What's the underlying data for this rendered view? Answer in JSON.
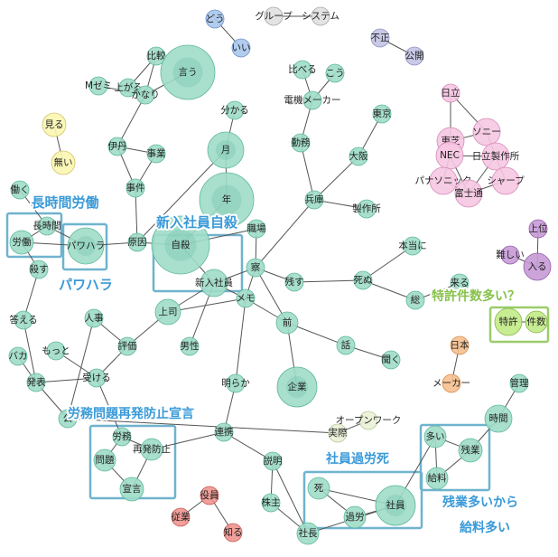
{
  "colors": {
    "teal": "#9fdcc8",
    "teal_stroke": "#5fb89f",
    "pink": "#f6c6e2",
    "pink_stroke": "#d68ab8",
    "lavender": "#c4c4e6",
    "lavender_stroke": "#9090c4",
    "purple": "#c79ad6",
    "purple_stroke": "#935fa9",
    "yellow": "#fbf6b0",
    "yellow_stroke": "#cfc56c",
    "blue": "#a9c6ec",
    "blue_stroke": "#6e92c8",
    "orange": "#f7c090",
    "orange_stroke": "#d58d4e",
    "red": "#f0958f",
    "red_stroke": "#c55a54",
    "green": "#c2ea86",
    "green_stroke": "#84b646",
    "grey": "#e0e0e0",
    "grey_stroke": "#a8a8a8",
    "cream": "#eaf2d6",
    "cream_stroke": "#b8c79c",
    "edge": "#555555",
    "box": "#6fb3ce",
    "box_green": "#9acd6a",
    "label_blue": "#3a9ad8",
    "label_green": "#86c24a"
  },
  "nodes": [
    {
      "id": "dou",
      "label": "どう",
      "color": "blue",
      "size": 1
    },
    {
      "id": "ii",
      "label": "いい",
      "color": "blue",
      "size": 1
    },
    {
      "id": "group",
      "label": "グループ",
      "color": "grey",
      "size": 1
    },
    {
      "id": "system",
      "label": "システム",
      "color": "grey",
      "size": 1
    },
    {
      "id": "fusei",
      "label": "不正",
      "color": "lavender",
      "size": 1
    },
    {
      "id": "koukai",
      "label": "公開",
      "color": "lavender",
      "size": 1
    },
    {
      "id": "hikaku",
      "label": "比較",
      "color": "teal",
      "size": 1
    },
    {
      "id": "agaru",
      "label": "上がる",
      "color": "teal",
      "size": 1
    },
    {
      "id": "iu",
      "label": "言う",
      "color": "teal",
      "size": 3
    },
    {
      "id": "mzemi",
      "label": "Mゼミ",
      "color": "teal",
      "size": 1
    },
    {
      "id": "kanari",
      "label": "かなり",
      "color": "teal",
      "size": 1
    },
    {
      "id": "miru",
      "label": "見る",
      "color": "yellow",
      "size": 1.3
    },
    {
      "id": "nai",
      "label": "無い",
      "color": "yellow",
      "size": 1.3
    },
    {
      "id": "kuraberu",
      "label": "比べる",
      "color": "teal",
      "size": 1
    },
    {
      "id": "kou",
      "label": "こう",
      "color": "teal",
      "size": 1
    },
    {
      "id": "denki",
      "label": "電機メーカー",
      "color": "teal",
      "size": 1
    },
    {
      "id": "hitachi",
      "label": "日立",
      "color": "pink",
      "size": 1
    },
    {
      "id": "wakaru",
      "label": "分かる",
      "color": "teal",
      "size": 1
    },
    {
      "id": "tokyo",
      "label": "東京",
      "color": "teal",
      "size": 1
    },
    {
      "id": "kinmu",
      "label": "勤務",
      "color": "teal",
      "size": 1
    },
    {
      "id": "tsuki",
      "label": "月",
      "color": "teal",
      "size": 2
    },
    {
      "id": "iden",
      "label": "伊丹",
      "color": "teal",
      "size": 1
    },
    {
      "id": "jigyou",
      "label": "事業",
      "color": "teal",
      "size": 1
    },
    {
      "id": "toshiba",
      "label": "東芝",
      "color": "pink",
      "size": 1.5
    },
    {
      "id": "sony",
      "label": "ソニー",
      "color": "pink",
      "size": 1.5
    },
    {
      "id": "nec",
      "label": "NEC",
      "color": "pink",
      "size": 1.5
    },
    {
      "id": "hitachiseisakusho",
      "label": "日立製作所",
      "color": "pink",
      "size": 1.5
    },
    {
      "id": "osaka",
      "label": "大阪",
      "color": "teal",
      "size": 1
    },
    {
      "id": "panasonic",
      "label": "パナソニック",
      "color": "pink",
      "size": 1.5
    },
    {
      "id": "sharp",
      "label": "シャープ",
      "color": "pink",
      "size": 1.5
    },
    {
      "id": "fujitsu",
      "label": "富士通",
      "color": "pink",
      "size": 1.5
    },
    {
      "id": "hataraku",
      "label": "働く",
      "color": "teal",
      "size": 1
    },
    {
      "id": "jiken",
      "label": "事件",
      "color": "teal",
      "size": 1
    },
    {
      "id": "toshi",
      "label": "年",
      "color": "teal",
      "size": 3
    },
    {
      "id": "hyogo",
      "label": "兵庫",
      "color": "teal",
      "size": 1
    },
    {
      "id": "seisakusho",
      "label": "製作所",
      "color": "teal",
      "size": 1
    },
    {
      "id": "choujikan",
      "label": "長時間",
      "color": "teal",
      "size": 1
    },
    {
      "id": "roudou",
      "label": "労働",
      "color": "teal",
      "size": 1.3
    },
    {
      "id": "pawahara",
      "label": "パワハラ",
      "color": "teal",
      "size": 2
    },
    {
      "id": "genin",
      "label": "原因",
      "color": "teal",
      "size": 1
    },
    {
      "id": "jisatsu",
      "label": "自殺",
      "color": "teal",
      "size": 3.2
    },
    {
      "id": "shokuba",
      "label": "職場",
      "color": "teal",
      "size": 1
    },
    {
      "id": "jouni",
      "label": "上位",
      "color": "purple",
      "size": 1
    },
    {
      "id": "hontou",
      "label": "本当に",
      "color": "teal",
      "size": 1
    },
    {
      "id": "muzukashii",
      "label": "難しい",
      "color": "purple",
      "size": 1
    },
    {
      "id": "hairu",
      "label": "入る",
      "color": "purple",
      "size": 1.5
    },
    {
      "id": "korosu",
      "label": "殺す",
      "color": "teal",
      "size": 1
    },
    {
      "id": "sasshi",
      "label": "察",
      "color": "teal",
      "size": 1
    },
    {
      "id": "shinnyu",
      "label": "新入社員",
      "color": "teal",
      "size": 1.5
    },
    {
      "id": "nokosu",
      "label": "残す",
      "color": "teal",
      "size": 1
    },
    {
      "id": "shinu",
      "label": "死ぬ",
      "color": "teal",
      "size": 1
    },
    {
      "id": "kuru",
      "label": "来る",
      "color": "teal",
      "size": 1
    },
    {
      "id": "memo",
      "label": "メモ",
      "color": "teal",
      "size": 1
    },
    {
      "id": "sou",
      "label": "総",
      "color": "teal",
      "size": 1
    },
    {
      "id": "tokkyo",
      "label": "特許",
      "color": "green",
      "size": 1.5
    },
    {
      "id": "kensu",
      "label": "件数",
      "color": "green",
      "size": 1.2
    },
    {
      "id": "kotaeru",
      "label": "答える",
      "color": "teal",
      "size": 1
    },
    {
      "id": "joushi",
      "label": "上司",
      "color": "teal",
      "size": 1.4
    },
    {
      "id": "mae",
      "label": "前",
      "color": "teal",
      "size": 1.2
    },
    {
      "id": "jinji",
      "label": "人事",
      "color": "teal",
      "size": 1
    },
    {
      "id": "baka",
      "label": "バカ",
      "color": "teal",
      "size": 1
    },
    {
      "id": "motto",
      "label": "もっと",
      "color": "teal",
      "size": 1
    },
    {
      "id": "hyouka",
      "label": "評価",
      "color": "teal",
      "size": 1
    },
    {
      "id": "dansei",
      "label": "男性",
      "color": "teal",
      "size": 1
    },
    {
      "id": "hanashi",
      "label": "話",
      "color": "teal",
      "size": 1
    },
    {
      "id": "nihon",
      "label": "日本",
      "color": "orange",
      "size": 1
    },
    {
      "id": "kiku",
      "label": "聞く",
      "color": "teal",
      "size": 1
    },
    {
      "id": "happyou",
      "label": "発表",
      "color": "teal",
      "size": 1
    },
    {
      "id": "ukeru",
      "label": "受ける",
      "color": "teal",
      "size": 1
    },
    {
      "id": "kigyou",
      "label": "企業",
      "color": "teal",
      "size": 2.2
    },
    {
      "id": "maker",
      "label": "メーカー",
      "color": "orange",
      "size": 1
    },
    {
      "id": "kanri",
      "label": "管理",
      "color": "teal",
      "size": 1
    },
    {
      "id": "akiraka",
      "label": "明らか",
      "color": "teal",
      "size": 1
    },
    {
      "id": "jikan",
      "label": "時間",
      "color": "teal",
      "size": 1.5
    },
    {
      "id": "kou2",
      "label": "公",
      "color": "teal",
      "size": 1
    },
    {
      "id": "openwork",
      "label": "オープンワーク",
      "color": "cream",
      "size": 1
    },
    {
      "id": "jissai",
      "label": "実際",
      "color": "cream",
      "size": 1
    },
    {
      "id": "roumu",
      "label": "労務",
      "color": "teal",
      "size": 1
    },
    {
      "id": "renkei",
      "label": "連携",
      "color": "teal",
      "size": 1
    },
    {
      "id": "ooi",
      "label": "多い",
      "color": "teal",
      "size": 1.2
    },
    {
      "id": "saihatsu",
      "label": "再発防止",
      "color": "teal",
      "size": 1.2
    },
    {
      "id": "mondai",
      "label": "問題",
      "color": "teal",
      "size": 1.2
    },
    {
      "id": "zangyou",
      "label": "残業",
      "color": "teal",
      "size": 1.3
    },
    {
      "id": "setsumei",
      "label": "説明",
      "color": "teal",
      "size": 1
    },
    {
      "id": "kyuryou",
      "label": "給料",
      "color": "teal",
      "size": 1.2
    },
    {
      "id": "yakuin",
      "label": "役員",
      "color": "red",
      "size": 1
    },
    {
      "id": "shi",
      "label": "死",
      "color": "teal",
      "size": 1.2
    },
    {
      "id": "shain",
      "label": "社員",
      "color": "teal",
      "size": 2.2
    },
    {
      "id": "sengen",
      "label": "宣言",
      "color": "teal",
      "size": 1.3
    },
    {
      "id": "juugyouin",
      "label": "従業",
      "color": "red",
      "size": 1
    },
    {
      "id": "kabunushi",
      "label": "株主",
      "color": "teal",
      "size": 1
    },
    {
      "id": "karou",
      "label": "過労",
      "color": "teal",
      "size": 1.2
    },
    {
      "id": "shiru",
      "label": "知る",
      "color": "red",
      "size": 1
    },
    {
      "id": "shachou",
      "label": "社長",
      "color": "teal",
      "size": 1.2
    }
  ],
  "edges": [
    [
      "dou",
      "ii"
    ],
    [
      "group",
      "system"
    ],
    [
      "fusei",
      "koukai"
    ],
    [
      "agaru",
      "hikaku"
    ],
    [
      "hikaku",
      "kanari"
    ],
    [
      "mzemi",
      "kanari"
    ],
    [
      "agaru",
      "kanari"
    ],
    [
      "kanari",
      "iu"
    ],
    [
      "miru",
      "nai"
    ],
    [
      "kuraberu",
      "denki"
    ],
    [
      "kou",
      "denki"
    ],
    [
      "denki",
      "kinmu"
    ],
    [
      "wakaru",
      "tsuki"
    ],
    [
      "tsuki",
      "toshi"
    ],
    [
      "kinmu",
      "hyogo"
    ],
    [
      "tokyo",
      "osaka"
    ],
    [
      "osaka",
      "hyogo"
    ],
    [
      "hyogo",
      "seisakusho"
    ],
    [
      "hitachi",
      "toshiba"
    ],
    [
      "hitachi",
      "sony"
    ],
    [
      "toshiba",
      "sony"
    ],
    [
      "toshiba",
      "nec"
    ],
    [
      "nec",
      "hitachiseisakusho"
    ],
    [
      "sony",
      "hitachiseisakusho"
    ],
    [
      "nec",
      "panasonic"
    ],
    [
      "hitachiseisakusho",
      "sharp"
    ],
    [
      "panasonic",
      "fujitsu"
    ],
    [
      "sharp",
      "fujitsu"
    ],
    [
      "hitachiseisakusho",
      "fujitsu"
    ],
    [
      "nec",
      "fujitsu"
    ],
    [
      "iden",
      "jigyou"
    ],
    [
      "iden",
      "jiken"
    ],
    [
      "jigyou",
      "jiken"
    ],
    [
      "jiken",
      "genin"
    ],
    [
      "kanari",
      "iden"
    ],
    [
      "hataraku",
      "choujikan"
    ],
    [
      "choujikan",
      "roudou"
    ],
    [
      "roudou",
      "pawahara"
    ],
    [
      "choujikan",
      "pawahara"
    ],
    [
      "pawahara",
      "genin"
    ],
    [
      "genin",
      "jisatsu"
    ],
    [
      "roudou",
      "korosu"
    ],
    [
      "korosu",
      "kotaeru"
    ],
    [
      "jisatsu",
      "toshi"
    ],
    [
      "jisatsu",
      "shinnyu"
    ],
    [
      "jisatsu",
      "shokuba"
    ],
    [
      "shokuba",
      "sasshi"
    ],
    [
      "sasshi",
      "shinnyu"
    ],
    [
      "sasshi",
      "nokosu"
    ],
    [
      "sasshi",
      "memo"
    ],
    [
      "sasshi",
      "mae"
    ],
    [
      "nokosu",
      "shinu"
    ],
    [
      "shinu",
      "hontou"
    ],
    [
      "shinu",
      "sou"
    ],
    [
      "kuru",
      "sou"
    ],
    [
      "memo",
      "joushi"
    ],
    [
      "memo",
      "shinnyu"
    ],
    [
      "shinnyu",
      "dansei"
    ],
    [
      "joushi",
      "shinnyu"
    ],
    [
      "memo",
      "mae"
    ],
    [
      "mae",
      "hanashi"
    ],
    [
      "hanashi",
      "kiku"
    ],
    [
      "mae",
      "kigyou"
    ],
    [
      "jinji",
      "hyouka"
    ],
    [
      "hyouka",
      "joushi"
    ],
    [
      "hyouka",
      "ukeru"
    ],
    [
      "motto",
      "ukeru"
    ],
    [
      "baka",
      "happyou"
    ],
    [
      "kotaeru",
      "happyou"
    ],
    [
      "happyou",
      "ukeru"
    ],
    [
      "ukeru",
      "roumu"
    ],
    [
      "memo",
      "akiraka"
    ],
    [
      "akiraka",
      "renkei"
    ],
    [
      "renkei",
      "saihatsu"
    ],
    [
      "roumu",
      "saihatsu"
    ],
    [
      "roumu",
      "mondai"
    ],
    [
      "mondai",
      "sengen"
    ],
    [
      "saihatsu",
      "sengen"
    ],
    [
      "renkei",
      "setsumei"
    ],
    [
      "setsumei",
      "kabunushi"
    ],
    [
      "kabunushi",
      "shachou"
    ],
    [
      "setsumei",
      "shachou"
    ],
    [
      "shi",
      "karou"
    ],
    [
      "karou",
      "shain"
    ],
    [
      "shi",
      "shain"
    ],
    [
      "shain",
      "shachou"
    ],
    [
      "shain",
      "ooi"
    ],
    [
      "ooi",
      "zangyou"
    ],
    [
      "zangyou",
      "kyuryou"
    ],
    [
      "ooi",
      "kyuryou"
    ],
    [
      "jikan",
      "zangyou"
    ],
    [
      "kanri",
      "jikan"
    ],
    [
      "nihon",
      "maker"
    ],
    [
      "yakuin",
      "juugyouin"
    ],
    [
      "yakuin",
      "shiru"
    ],
    [
      "tokkyo",
      "kensu"
    ],
    [
      "jouni",
      "hairu"
    ],
    [
      "muzukashii",
      "hairu"
    ],
    [
      "openwork",
      "jissai"
    ],
    [
      "jissai",
      "kou2"
    ],
    [
      "sasshi",
      "hyogo"
    ],
    [
      "genin",
      "tsuki"
    ],
    [
      "jinji",
      "kou2"
    ],
    [
      "kou2",
      "happyou"
    ]
  ],
  "groups": [
    {
      "id": "g-choujikan",
      "label": "長時間労働",
      "color": "label_blue",
      "size": 15
    },
    {
      "id": "g-pawahara",
      "label": "パワハラ",
      "color": "label_blue",
      "size": 15
    },
    {
      "id": "g-shinnyu",
      "label": "新入社員自殺",
      "color": "label_blue",
      "size": 15
    },
    {
      "id": "g-tokkyo",
      "label": "特許件数多い？",
      "color": "label_green",
      "size": 14
    },
    {
      "id": "g-roumu",
      "label": "労務問題再発防止宣言",
      "color": "label_blue",
      "size": 14
    },
    {
      "id": "g-karou",
      "label": "社員過労死",
      "color": "label_blue",
      "size": 14
    },
    {
      "id": "g-zangyou-1",
      "label": "残業多いから",
      "color": "label_blue",
      "size": 14
    },
    {
      "id": "g-zangyou-2",
      "label": "給料多い",
      "color": "label_blue",
      "size": 14
    }
  ]
}
